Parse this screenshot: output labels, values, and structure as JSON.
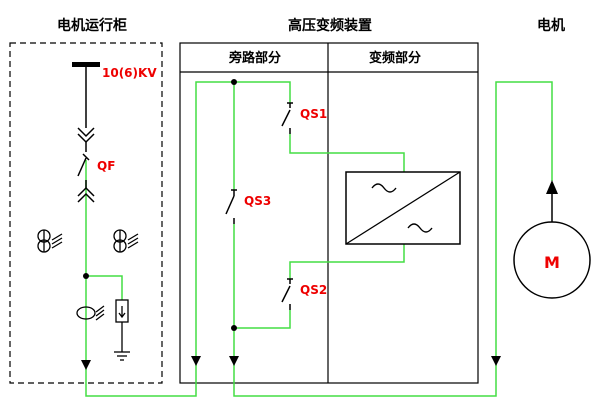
{
  "sections": {
    "cabinet_title": "电机运行柜",
    "device_title": "高压变频装置",
    "bypass_title": "旁路部分",
    "vfd_title": "变频部分",
    "motor_title": "电机"
  },
  "labels": {
    "voltage": "10(6)KV",
    "breaker": "QF",
    "switch_qs1": "QS1",
    "switch_qs2": "QS2",
    "switch_qs3": "QS3",
    "motor_symbol": "M"
  },
  "colors": {
    "wire": "#44dd44",
    "label_red": "#ee0000",
    "line": "#000000"
  }
}
